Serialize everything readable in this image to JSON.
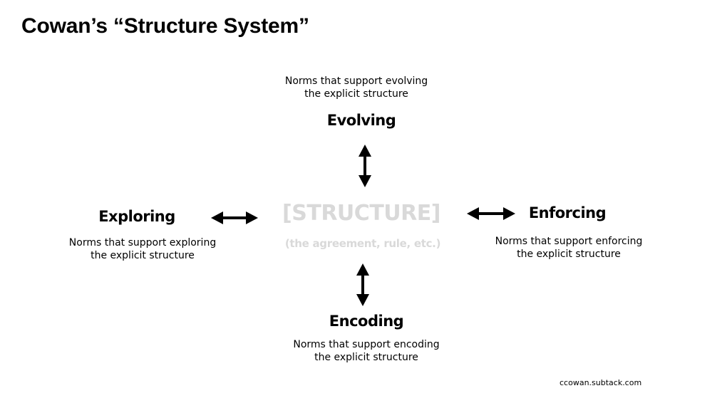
{
  "colors": {
    "text": "#000000",
    "center_faded": "#d9d9d9",
    "background": "#ffffff"
  },
  "title": "Cowan’s “Structure System”",
  "center": {
    "title": "[STRUCTURE]",
    "subtitle": "(the agreement, rule, etc.)"
  },
  "nodes": {
    "evolving": {
      "label": "Evolving",
      "desc_line1": "Norms that support evolving",
      "desc_line2": "the explicit structure"
    },
    "exploring": {
      "label": "Exploring",
      "desc_line1": "Norms that support exploring",
      "desc_line2": "the explicit structure"
    },
    "enforcing": {
      "label": "Enforcing",
      "desc_line1": "Norms that support enforcing",
      "desc_line2": "the explicit structure"
    },
    "encoding": {
      "label": "Encoding",
      "desc_line1": "Norms that support encoding",
      "desc_line2": "the explicit structure"
    }
  },
  "footer": "ccowan.subtack.com"
}
